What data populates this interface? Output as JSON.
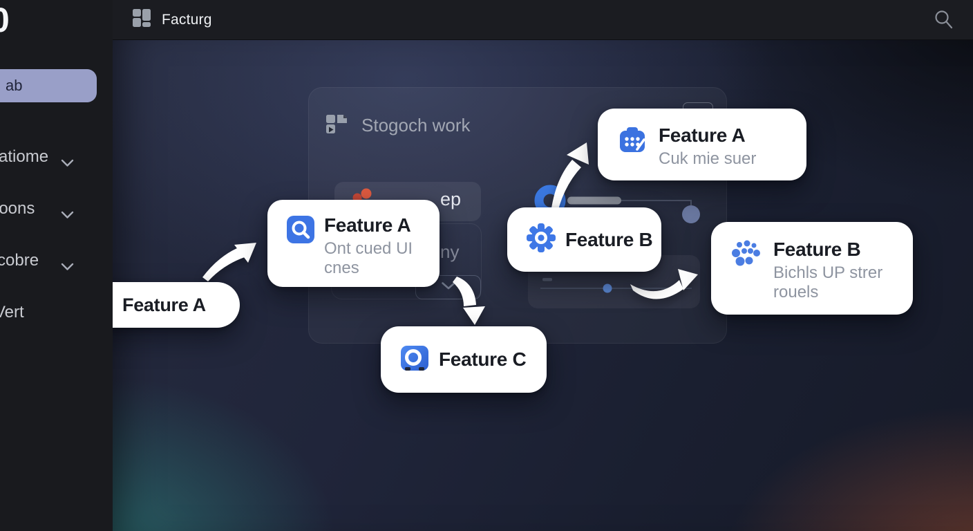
{
  "topbar": {
    "title": "Facturg",
    "icons": {
      "logo": "dashboard-grid-icon",
      "search": "search-icon"
    }
  },
  "sidebar": {
    "logo_fragment": "0",
    "active_item": {
      "label": "ab"
    },
    "items": [
      {
        "label": "atiome",
        "chevron": true
      },
      {
        "label": "loons",
        "chevron": true
      },
      {
        "label": "cobre",
        "chevron": true
      },
      {
        "label": "Vert",
        "chevron": false
      }
    ],
    "icons": {
      "chevron": "chevron-down-icon"
    }
  },
  "canvas": {
    "panel": {
      "title": "Stogoch work",
      "icon": "app-window-icon",
      "row_fragment": "ep",
      "body_fragment": "ny",
      "widgets": [
        "red-dots-status",
        "donut-progress",
        "slider-handle",
        "connector-dot",
        "dropdown-chevron",
        "mini-slider"
      ]
    },
    "callouts": [
      {
        "title": "Feature A",
        "icon": "merge-lanes-icon"
      },
      {
        "title": "Feature A",
        "icon": "search-badge-icon",
        "subtitle_lines": [
          "Ont cued UI",
          "cnes"
        ]
      },
      {
        "title": "Feature A",
        "icon": "briefcase-keypad-icon",
        "subtitle_lines": [
          "Cuk mie suer"
        ]
      },
      {
        "title": "Feature B",
        "icon": "gear-icon"
      },
      {
        "title": "Feature B",
        "icon": "dots-cluster-icon",
        "subtitle_lines": [
          "Bichls UP strer",
          "rouels"
        ]
      },
      {
        "title": "Feature C",
        "icon": "camera-lens-icon"
      }
    ]
  },
  "colors": {
    "accent_blue": "#3d74e4",
    "sidebar_active_bg": "#999fc8",
    "card_bg": "#ffffff",
    "teal_glow": "#2f968c",
    "orange_glow": "#cd5f32",
    "status_red": "#dd5a40"
  }
}
